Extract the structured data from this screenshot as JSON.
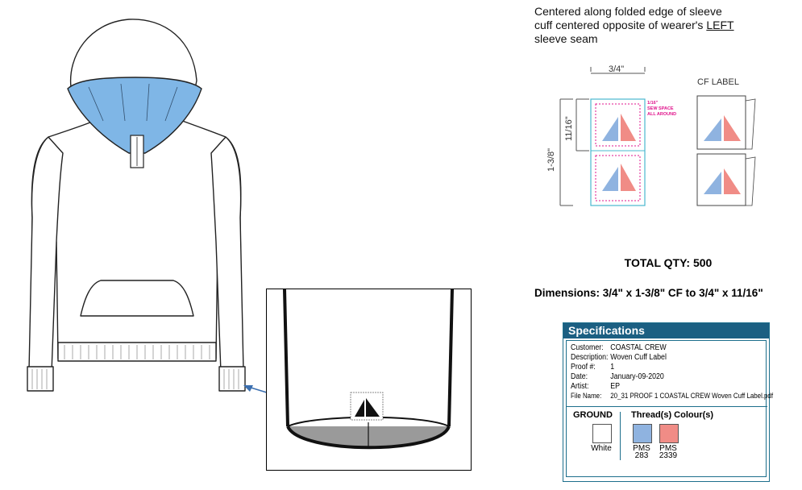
{
  "instructions": {
    "line1": "Centered along folded edge of sleeve",
    "line2": "cuff centered opposite of wearer's ",
    "line2_underlined": "LEFT",
    "line3": "sleeve seam"
  },
  "diagram": {
    "width_label": "3/4\"",
    "height_total_label": "1-3/8\"",
    "height_half_label": "11/16\"",
    "sew_space_note": [
      "1/16\"",
      "SEW SPACE",
      "ALL AROUND"
    ],
    "cf_label": "CF LABEL"
  },
  "total_qty": "TOTAL QTY: 500",
  "dimensions": "Dimensions:  3/4\" x 1-3/8\" CF to 3/4\" x 11/16\"",
  "specifications": {
    "title": "Specifications",
    "rows": [
      {
        "key": "Customer:",
        "value": "COASTAL CREW"
      },
      {
        "key": "Description:",
        "value": "Woven Cuff Label"
      },
      {
        "key": "Proof #:",
        "value": "1"
      },
      {
        "key": "Date:",
        "value": "January-09-2020"
      },
      {
        "key": "Artist:",
        "value": "EP"
      },
      {
        "key": "File Name:",
        "value": "20_31 PROOF 1 COASTAL CREW  Woven Cuff Label.pdf"
      }
    ],
    "ground_title": "GROUND",
    "ground_color_name": "White",
    "thread_title": "Thread(s) Colour(s)",
    "threads": [
      {
        "pms": "PMS",
        "code": "283",
        "color": "#8fb3e0"
      },
      {
        "pms": "PMS",
        "code": "2339",
        "color": "#f08c86"
      }
    ]
  },
  "colors": {
    "hood_lining": "#7fb6e6",
    "triangle_blue": "#8fb3e0",
    "triangle_red": "#f08c86",
    "sew_line": "#e0148c",
    "outline_cyan": "#49b8cf",
    "arrow": "#3b6fb0",
    "header": "#1b5f82"
  }
}
